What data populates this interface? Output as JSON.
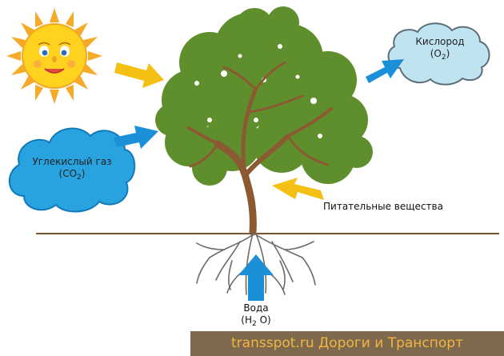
{
  "labels": {
    "co2_line1": "Углекислый газ",
    "co2_open": "(CO",
    "co2_sub": "2",
    "co2_close": ")",
    "o2_line1": "Кислород",
    "o2_open": "(O",
    "o2_sub": "2",
    "o2_close": ")",
    "nutrients": "Питательные вещества",
    "water_line1": "Вода",
    "water_open": "(H",
    "water_sub": "2",
    "water_close": " O)"
  },
  "watermark": "transspot.ru Дороги и Транспорт",
  "colors": {
    "sun": "#ffd21f",
    "sun_rays": "#f7a928",
    "cloud_co2": "#29a3e0",
    "cloud_o2": "#bfe3ef",
    "arrow_yellow": "#f5c014",
    "arrow_blue": "#1b8fd8",
    "foliage": "#5f8f2c",
    "trunk": "#8b5a32",
    "ground": "#7a5432",
    "watermark_text": "#f2b640"
  },
  "icons": [
    "sun-icon",
    "tree-icon",
    "roots-icon",
    "cloud-icon",
    "arrow-icon"
  ]
}
